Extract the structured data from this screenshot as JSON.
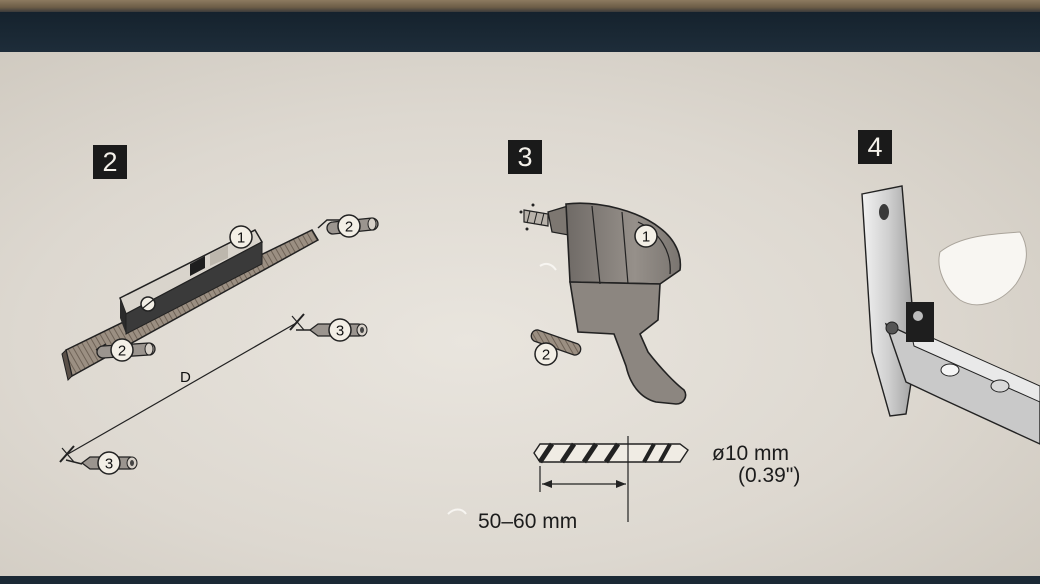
{
  "steps": [
    {
      "number": "2"
    },
    {
      "number": "3"
    },
    {
      "number": "4"
    }
  ],
  "callouts": {
    "one": "1",
    "two": "2",
    "three": "3"
  },
  "dimension_label": "D",
  "drill_spec": {
    "diameter": "ø10 mm",
    "diameter_inches": "(0.39\")",
    "depth": "50–60 mm"
  },
  "colors": {
    "paper": "#e4e0d9",
    "ink": "#1a1a1a",
    "cover": "#1d2a35",
    "shading": "#8d8780"
  }
}
